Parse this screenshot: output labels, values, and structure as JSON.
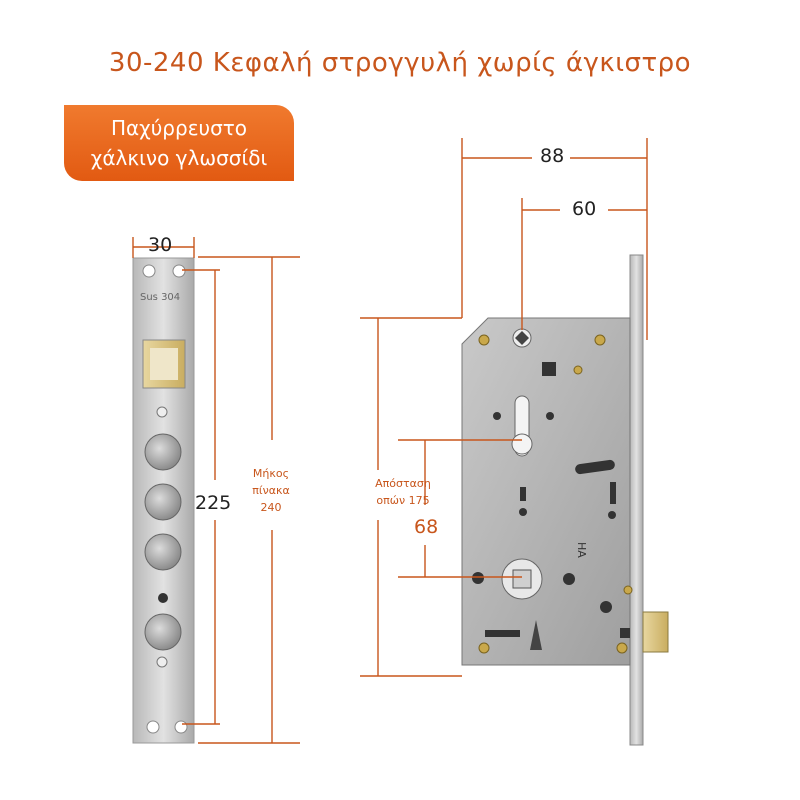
{
  "title": "30-240 Κεφαλή στρογγυλή χωρίς άγκιστρο",
  "badge": {
    "line1": "Παχύρρευστο",
    "line2": "χάλκινο γλωσσίδι"
  },
  "plate": {
    "width_label": "30",
    "hole_distance_label": "225",
    "length_caption_1": "Μήκος",
    "length_caption_2": "πίνακα",
    "length_value": "240",
    "engraving": "Sus 304"
  },
  "lock_body": {
    "depth_label": "88",
    "backset_label": "60",
    "hole_caption_1": "Απόσταση",
    "hole_caption_2": "οπών 175",
    "center_label": "68"
  },
  "colors": {
    "accent": "#c8561c",
    "badge": "#e8641e",
    "dimension_line": "#c8561c"
  }
}
